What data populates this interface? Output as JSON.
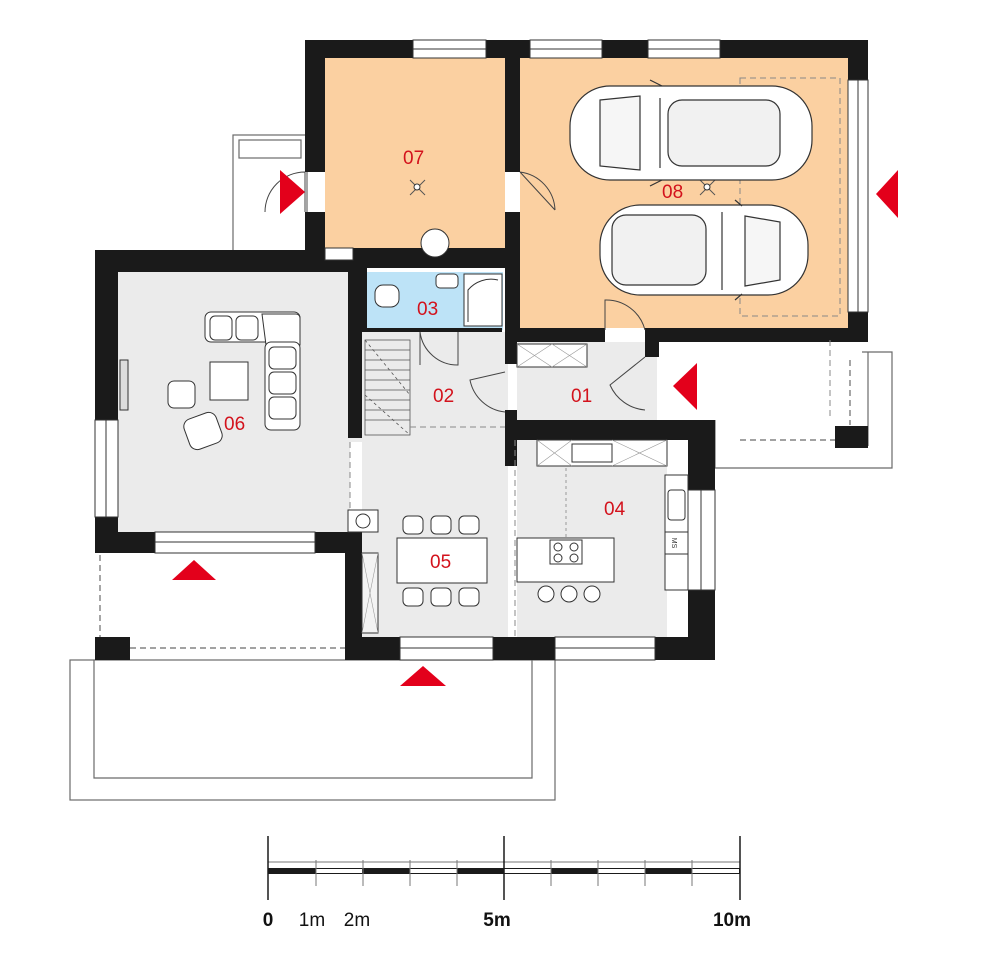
{
  "colors": {
    "wall": "#1a1a1a",
    "label": "#d3121c",
    "arrow": "#e3001b",
    "floor_grey": "#ebebeb",
    "floor_orange": "#fbd0a1",
    "floor_blue": "#bde3f7",
    "line": "#6a6a6a"
  },
  "rooms": {
    "r01": "01",
    "r02": "02",
    "r03": "03",
    "r04": "04",
    "r05": "05",
    "r06": "06",
    "r07": "07",
    "r08": "08"
  },
  "appliance": {
    "fridge": "MS"
  },
  "scale": {
    "zero": "0",
    "one": "1m",
    "two": "2m",
    "five": "5m",
    "ten": "10m"
  }
}
